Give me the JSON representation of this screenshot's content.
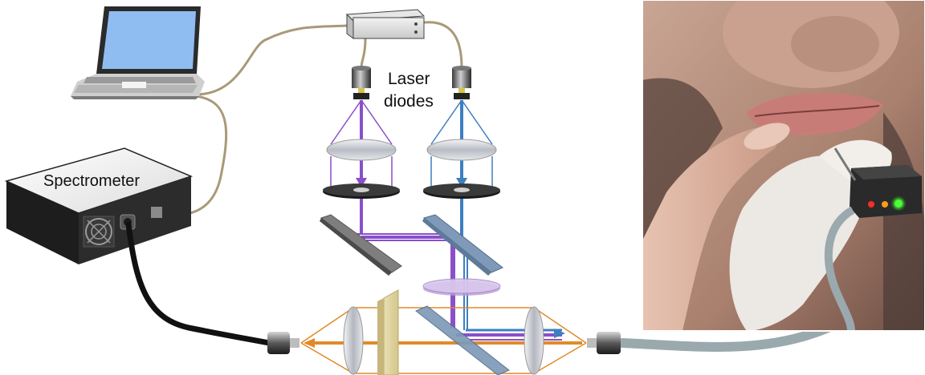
{
  "labels": {
    "spectrometer": "Spectrometer",
    "laser_line1": "Laser",
    "laser_line2": "diodes"
  },
  "colors": {
    "violet_beam": "#8a4fc9",
    "blue_beam": "#3d7fc1",
    "orange_beam": "#e08a2a",
    "cable": "#a89a78",
    "fiber_black": "#111111",
    "fiber_grey": "#9aa9ae",
    "led_red": "#ff2a2a",
    "led_amber": "#ff9a1a",
    "led_green": "#4dff3a"
  },
  "icons": {
    "computer": "laptop-icon",
    "controller": "controller-box-icon",
    "detector": "spectrometer-box-icon",
    "fan": "fan-grill-icon",
    "probe": "fiber-probe-icon"
  }
}
